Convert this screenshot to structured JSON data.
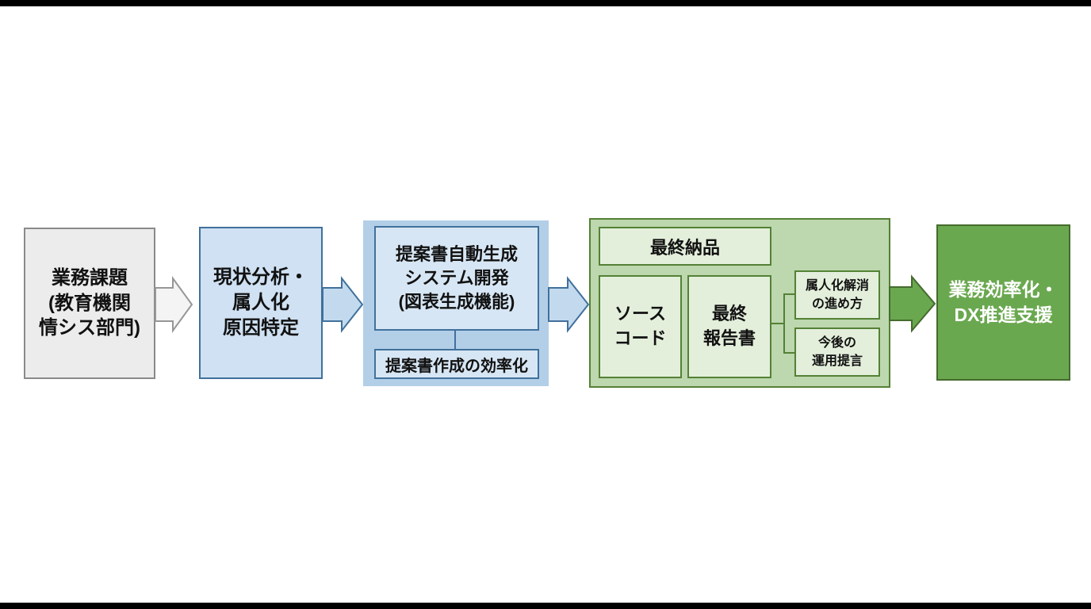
{
  "diagram": {
    "title": "proposal-automation process flow",
    "step1": {
      "lines": [
        "業務課題",
        "(教育機関",
        "情シス部門)"
      ]
    },
    "step2": {
      "lines": [
        "現状分析・",
        "属人化",
        "原因特定"
      ]
    },
    "step3": {
      "main_lines": [
        "提案書自動生成",
        "システム開発",
        "(図表生成機能)"
      ],
      "sub_label": "提案書作成の効率化"
    },
    "deliverables": {
      "header": "最終納品",
      "source_code_lines": [
        "ソース",
        "コード"
      ],
      "final_report_lines": [
        "最終",
        "報告書"
      ],
      "side_top_lines": [
        "属人化解消",
        "の進め方"
      ],
      "side_bottom_lines": [
        "今後の",
        "運用提言"
      ]
    },
    "goal": {
      "lines": [
        "業務効率化・",
        "DX推進支援"
      ]
    },
    "icons": [
      "right-block-arrow-gray",
      "right-block-arrow-blue",
      "right-block-arrow-blue",
      "right-block-arrow-green"
    ],
    "colors": {
      "gray_fill": "#ececec",
      "gray_border": "#8a8a8a",
      "blue_fill": "#cfe1f2",
      "blue_container_fill": "#b3cfe8",
      "blue_inner_fill": "#d7e6f4",
      "blue_border": "#41719c",
      "green_container_fill": "#bdd7ae",
      "green_inner_fill": "#e3efdb",
      "green_border": "#538135",
      "goal_fill": "#6aa84f",
      "goal_border": "#456b2e",
      "goal_text": "#ffffff",
      "edge_bar": "#000000",
      "background": "#ffffff"
    }
  }
}
